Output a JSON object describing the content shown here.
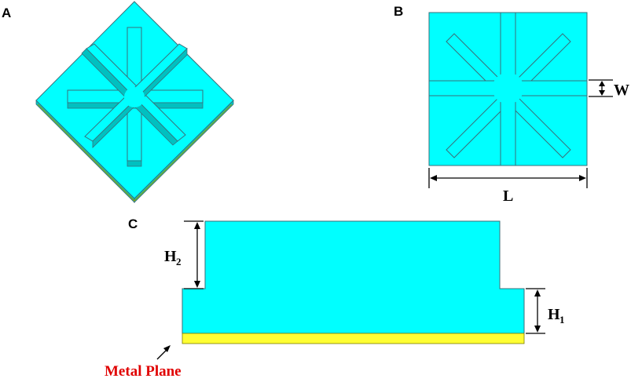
{
  "panels": {
    "a": "A",
    "b": "B",
    "c": "C"
  },
  "dimensions": {
    "w": "W",
    "l": "L",
    "h2_main": "H",
    "h2_sub": "2",
    "h1_main": "H",
    "h1_sub": "1"
  },
  "metal_plane": "Metal Plane",
  "colors": {
    "substrate": "#00ffff",
    "substrate_side": "#00d0d0",
    "edge": "#3a6f7a",
    "metal": "#ffff33",
    "metal_label": "#e00000"
  }
}
